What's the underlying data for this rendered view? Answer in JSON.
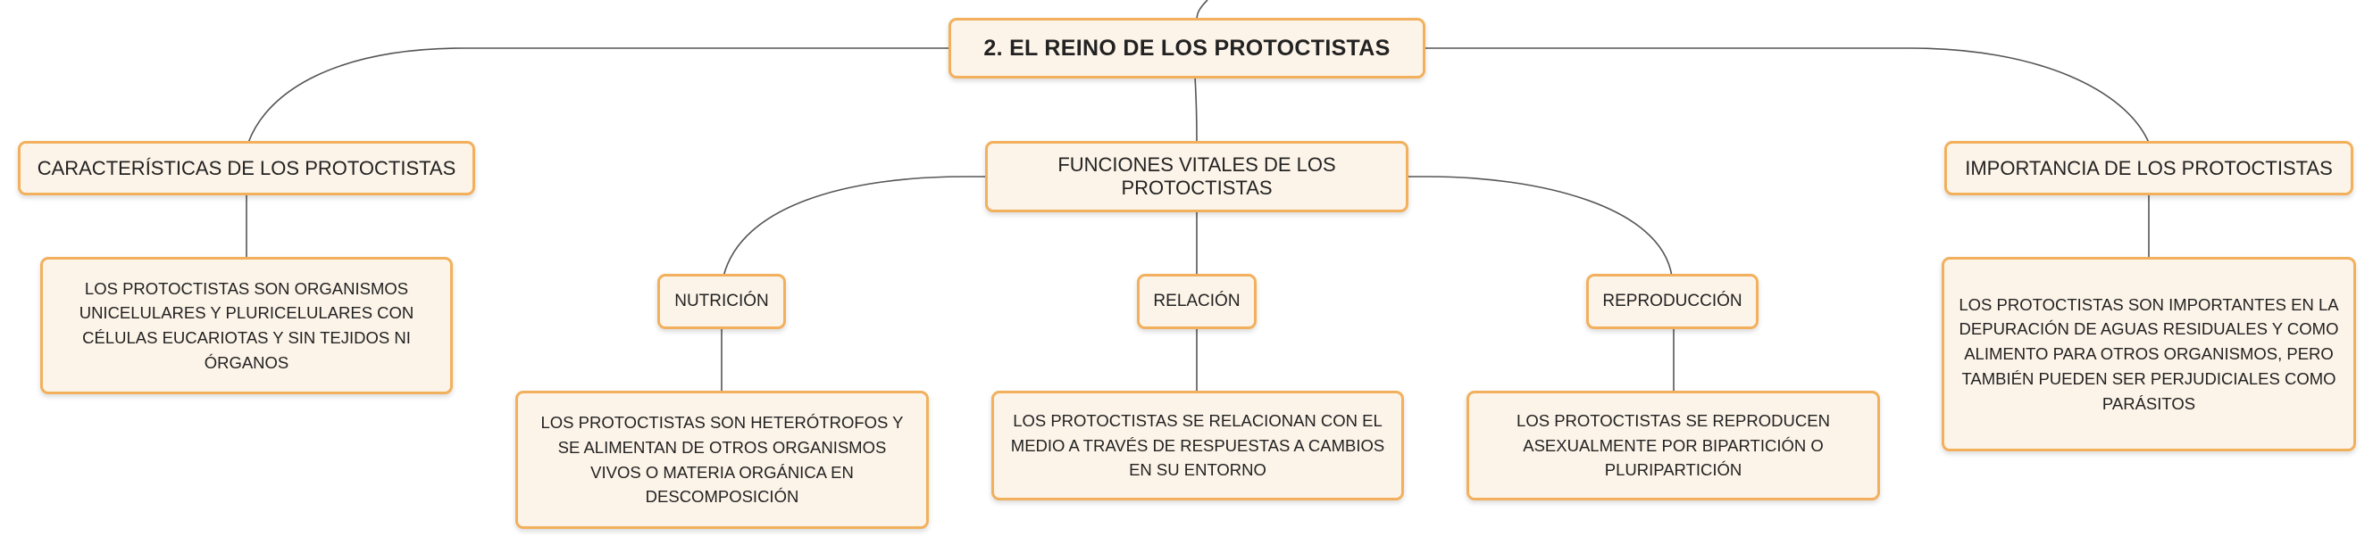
{
  "diagram": {
    "root": "2. EL REINO DE LOS PROTOCTISTAS",
    "branches": [
      {
        "title": "CARACTERÍSTICAS DE LOS PROTOCTISTAS",
        "detail": "LOS PROTOCTISTAS SON ORGANISMOS UNICELULARES Y PLURICELULARES CON CÉLULAS EUCARIOTAS Y SIN TEJIDOS NI ÓRGANOS"
      },
      {
        "title": "FUNCIONES VITALES DE LOS PROTOCTISTAS",
        "subtopics": [
          {
            "title": "NUTRICIÓN",
            "detail": "LOS PROTOCTISTAS SON HETERÓTROFOS Y SE ALIMENTAN DE OTROS ORGANISMOS VIVOS O MATERIA ORGÁNICA EN DESCOMPOSICIÓN"
          },
          {
            "title": "RELACIÓN",
            "detail": "LOS PROTOCTISTAS SE RELACIONAN CON EL MEDIO A TRAVÉS DE RESPUESTAS A CAMBIOS EN SU ENTORNO"
          },
          {
            "title": "REPRODUCCIÓN",
            "detail": "LOS PROTOCTISTAS SE REPRODUCEN ASEXUALMENTE POR BIPARTICIÓN O PLURIPARTICIÓN"
          }
        ]
      },
      {
        "title": "IMPORTANCIA DE LOS PROTOCTISTAS",
        "detail": "LOS PROTOCTISTAS SON IMPORTANTES EN LA DEPURACIÓN DE AGUAS RESIDUALES Y COMO ALIMENTO PARA OTROS ORGANISMOS, PERO TAMBIÉN PUEDEN SER PERJUDICIALES COMO PARÁSITOS"
      }
    ]
  },
  "colors": {
    "node_fill": "#fdf4e9",
    "node_border": "#f2b05c",
    "connector": "#555555"
  }
}
